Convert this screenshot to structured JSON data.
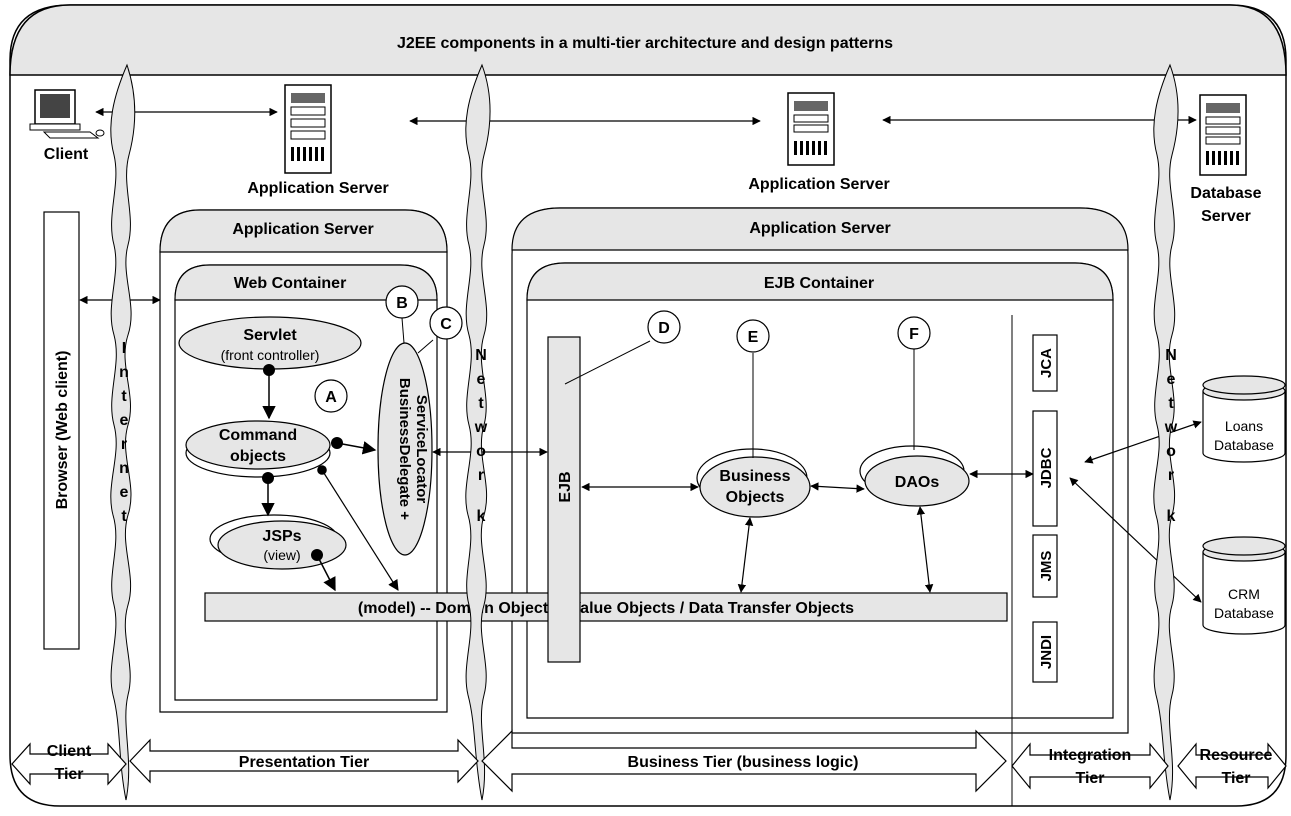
{
  "title": "J2EE components in a multi-tier architecture and design patterns",
  "machines": {
    "client": "Client",
    "app_server_1": "Application Server",
    "app_server_2": "Application Server",
    "db_server_line1": "Database",
    "db_server_line2": "Server"
  },
  "networks": {
    "internet": [
      "I",
      "n",
      "t",
      "e",
      "r",
      "n",
      "e",
      "t"
    ],
    "network_1": [
      "N",
      "e",
      "t",
      "w",
      "o",
      "r",
      "k"
    ],
    "network_2": [
      "N",
      "e",
      "t",
      "w",
      "o",
      "r",
      "k"
    ]
  },
  "browser": "Browser (Web client)",
  "presentation": {
    "app_server": "Application Server",
    "web_container": "Web Container",
    "servlet": "Servlet",
    "servlet_sub": "(front controller)",
    "command_line1": "Command",
    "command_line2": "objects",
    "jsps": "JSPs",
    "jsps_sub": "(view)",
    "delegate_line1": "BusinessDelegate +",
    "delegate_line2": "ServiceLocator"
  },
  "business": {
    "app_server": "Application Server",
    "ejb_container": "EJB Container",
    "ejb": "EJB",
    "bo_line1": "Business",
    "bo_line2": "Objects",
    "daos": "DAOs"
  },
  "integration": [
    "JCA",
    "JDBC",
    "JMS",
    "JNDI"
  ],
  "databases": [
    {
      "line1": "Loans",
      "line2": "Database"
    },
    {
      "line1": "CRM",
      "line2": "Database"
    }
  ],
  "model_bar": "(model)  -- Domain Objects / Value Objects / Data Transfer Objects",
  "callouts": [
    "A",
    "B",
    "C",
    "D",
    "E",
    "F"
  ],
  "tiers": [
    {
      "line1": "Client",
      "line2": "Tier"
    },
    {
      "line1": "Presentation Tier",
      "line2": ""
    },
    {
      "line1": "Business Tier (business logic)",
      "line2": ""
    },
    {
      "line1": "Integration",
      "line2": "Tier"
    },
    {
      "line1": "Resource",
      "line2": "Tier"
    }
  ]
}
